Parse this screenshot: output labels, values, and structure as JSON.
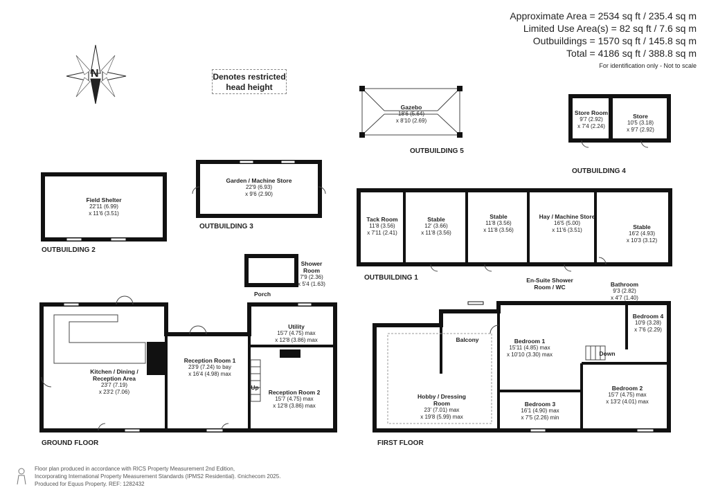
{
  "area_summary": {
    "lines": [
      "Approximate Area = 2534 sq ft / 235.4 sq m",
      "Limited Use Area(s) = 82 sq ft / 7.6 sq m",
      "Outbuildings = 1570 sq ft / 145.8 sq m",
      "Total = 4186 sq ft / 388.8 sq m"
    ],
    "note": "For identification only - Not to scale"
  },
  "compass_letter": "N",
  "restricted_legend": "Denotes restricted head height",
  "sections": {
    "ground_floor": "GROUND FLOOR",
    "first_floor": "FIRST FLOOR",
    "outbuilding_1": "OUTBUILDING 1",
    "outbuilding_2": "OUTBUILDING 2",
    "outbuilding_3": "OUTBUILDING 3",
    "outbuilding_4": "OUTBUILDING 4",
    "outbuilding_5": "OUTBUILDING 5"
  },
  "rooms": {
    "gazebo": {
      "name": "Gazebo",
      "dims": [
        "18'6 (5.64)",
        "x 8'10 (2.69)"
      ]
    },
    "store_room": {
      "name": "Store Room",
      "dims": [
        "9'7 (2.92)",
        "x 7'4 (2.24)"
      ]
    },
    "store": {
      "name": "Store",
      "dims": [
        "10'5 (3.18)",
        "x 9'7 (2.92)"
      ]
    },
    "field_shelter": {
      "name": "Field Shelter",
      "dims": [
        "22'11 (6.99)",
        "x 11'6 (3.51)"
      ]
    },
    "garden_machine_store": {
      "name": "Garden / Machine Store",
      "dims": [
        "22'9 (6.93)",
        "x 9'6 (2.90)"
      ]
    },
    "tack_room": {
      "name": "Tack Room",
      "dims": [
        "11'8 (3.56)",
        "x 7'11 (2.41)"
      ]
    },
    "stable_a": {
      "name": "Stable",
      "dims": [
        "12' (3.66)",
        "x 11'8 (3.56)"
      ]
    },
    "stable_b": {
      "name": "Stable",
      "dims": [
        "11'8 (3.56)",
        "x 11'8 (3.56)"
      ]
    },
    "hay_machine_store": {
      "name": "Hay / Machine Store",
      "dims": [
        "16'5 (5.00)",
        "x 11'6 (3.51)"
      ]
    },
    "stable_c": {
      "name": "Stable",
      "dims": [
        "16'2 (4.93)",
        "x 10'3 (3.12)"
      ]
    },
    "shower_room": {
      "name": "Shower Room",
      "dims": [
        "7'9 (2.36)",
        "x 5'4 (1.63)"
      ]
    },
    "porch": {
      "name": "Porch",
      "dims": []
    },
    "utility": {
      "name": "Utility",
      "dims": [
        "15'7 (4.75) max",
        "x 12'8 (3.86) max"
      ]
    },
    "kitchen": {
      "name": "Kitchen / Dining / Reception Area",
      "dims": [
        "23'7 (7.19)",
        "x 23'2 (7.06)"
      ]
    },
    "reception_1": {
      "name": "Reception Room 1",
      "dims": [
        "23'9 (7.24) to bay",
        "x 16'4 (4.98) max"
      ]
    },
    "reception_2": {
      "name": "Reception Room 2",
      "dims": [
        "15'7 (4.75) max",
        "x 12'8 (3.86) max"
      ]
    },
    "en_suite": {
      "name": "En-Suite Shower Room / WC",
      "dims": []
    },
    "bathroom": {
      "name": "Bathroom",
      "dims": [
        "9'3 (2.82)",
        "x 4'7 (1.40)"
      ]
    },
    "balcony": {
      "name": "Balcony",
      "dims": []
    },
    "bedroom_1": {
      "name": "Bedroom 1",
      "dims": [
        "15'11 (4.85) max",
        "x 10'10 (3.30) max"
      ]
    },
    "bedroom_4": {
      "name": "Bedroom 4",
      "dims": [
        "10'9 (3.28)",
        "x 7'6 (2.29)"
      ]
    },
    "hobby": {
      "name": "Hobby / Dressing Room",
      "dims": [
        "23' (7.01) max",
        "x 19'8 (5.99) max"
      ]
    },
    "bedroom_3": {
      "name": "Bedroom 3",
      "dims": [
        "16'1 (4.90) max",
        "x 7'5 (2.26) min"
      ]
    },
    "bedroom_2": {
      "name": "Bedroom 2",
      "dims": [
        "15'7 (4.75) max",
        "x 13'2 (4.01) max"
      ]
    }
  },
  "stair_labels": {
    "up": "Up",
    "down": "Down"
  },
  "footer": [
    "Floor plan produced in accordance with RICS Property Measurement 2nd Edition,",
    "Incorporating International Property Measurement Standards (IPMS2 Residential).  ©nichecom 2025.",
    "Produced for Equus Property.   REF: 1282432"
  ],
  "colors": {
    "wall": "#111111",
    "text": "#222222",
    "restricted_dash": "#888888"
  }
}
